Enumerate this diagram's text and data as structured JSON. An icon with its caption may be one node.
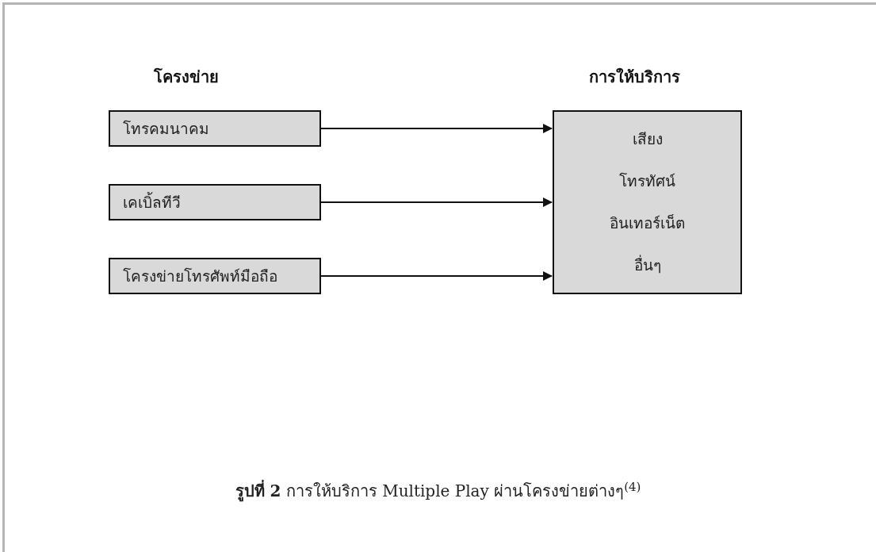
{
  "diagram": {
    "caption": "**รูปที่ 2** การให้บริการ Multiple Play ผ่านโครงข่ายต่างๆ$^{(4)}$",
    "nodes": [
      {
        "text": [
          "โทรคมนาคม"
        ]
      },
      {
        "text": [
          "เคเบิ้ลทีวี"
        ]
      },
      {
        "text": [
          "โครงข่ายโทรศัพท์มือถือ"
        ]
      },
      {
        "text": [
          "เสียง",
          "โทรทัศน์",
          "อินเทอร์เน็ต",
          "อื่นๆ"
        ]
      }
    ],
    "edges": [
      {
        "from": 0,
        "to": 3,
        "arrow": "to"
      },
      {
        "from": 1,
        "to": 3,
        "arrow": "to"
      },
      {
        "from": 2,
        "to": 3,
        "arrow": "to"
      }
    ],
    "labels": [
      "โครงข่าย",
      "การให้บริการ"
    ]
  }
}
